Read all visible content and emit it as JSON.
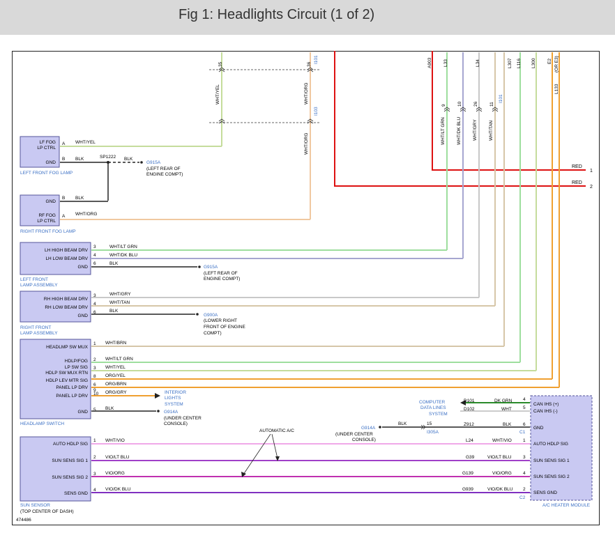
{
  "title": "Fig 1: Headlights Circuit (1 of 2)",
  "figure_id": "474486",
  "colors": {
    "box_fill": "#c9c9f2",
    "box_stroke": "#555599",
    "blue_text": "#3a6fc4",
    "red": "#d11",
    "orange": "#f0a030"
  },
  "top_connectors": {
    "c35": "35",
    "c36": "36",
    "i101": "I101",
    "i103": "I103",
    "a903": "A903",
    "l33": "L33",
    "l34": "L34",
    "l307": "L307",
    "l116": "L116",
    "l300": "L300",
    "e2": "E2",
    "or_e3": "(OR E3)",
    "l133": "L133",
    "p9": "9",
    "p10": "10",
    "p26": "26",
    "p11": "11",
    "i101b": "I101"
  },
  "vertical_wire_labels": {
    "wht_yel": "WHT/YEL",
    "wht_org_a": "WHT/ORG",
    "wht_org_b": "WHT/ORG",
    "wht_lt_grn": "WHT/LT GRN",
    "wht_dk_blu": "WHT/DK BLU",
    "wht_gry": "WHT/GRY",
    "wht_tan": "WHT/TAN"
  },
  "red_wires": {
    "red1": "RED",
    "pin1": "1",
    "red2": "RED",
    "pin2": "2"
  },
  "lf_fog": {
    "line1": "LF FOG",
    "line2": "LP CTRL",
    "gnd": "GND",
    "pin_a": "A",
    "pin_b": "B",
    "wire_a": "WHT/YEL",
    "wire_b": "BLK",
    "splice": "SP1222",
    "wire_c": "BLK",
    "ground": "G915A",
    "ground_desc1": "(LEFT REAR OF",
    "ground_desc2": "ENGINE COMPT)",
    "caption": "LEFT FRONT FOG LAMP"
  },
  "rf_fog": {
    "gnd": "GND",
    "line1": "RF FOG",
    "line2": "LP CTRL",
    "pin_b": "B",
    "pin_a": "A",
    "wire_b": "BLK",
    "wire_a": "WHT/ORG",
    "caption": "RIGHT FRONT FOG LAMP"
  },
  "left_lamp": {
    "r1": "LH HIGH BEAM DRV",
    "r2": "LH LOW BEAM DRV",
    "r3": "GND",
    "p1": "3",
    "p2": "4",
    "p3": "6",
    "w1": "WHT/LT GRN",
    "w2": "WHT/DK BLU",
    "w3": "BLK",
    "ground": "G915A",
    "ground_desc1": "(LEFT REAR OF",
    "ground_desc2": "ENGINE COMPT)",
    "caption1": "LEFT FRONT",
    "caption2": "LAMP ASSEMBLY"
  },
  "right_lamp": {
    "r1": "RH HIGH BEAM DRV",
    "r2": "RH LOW BEAM DRV",
    "r3": "GND",
    "p1": "3",
    "p2": "4",
    "p3": "6",
    "w1": "WHT/GRY",
    "w2": "WHT/TAN",
    "w3": "BLK",
    "ground": "G900A",
    "ground_desc1": "(LOWER RIGHT",
    "ground_desc2": "FRONT OF ENGINE",
    "ground_desc3": "COMPT)",
    "caption1": "RIGHT FRONT",
    "caption2": "LAMP ASSEMBLY"
  },
  "headlamp_switch": {
    "r1": "HEADLMP SW MUX",
    "r2": "HDLP/FOG",
    "r3": "LP SW SIG",
    "r4": "HDLP SW MUX RTN",
    "r5": "HDLP LEV MTR SIG",
    "r6": "PANEL LP DRV",
    "r7": "PANEL LP DRV",
    "r8": "GND",
    "p1": "1",
    "p2": "2",
    "p3": "3",
    "p4": "8",
    "p5": "6",
    "p6": "9",
    "p7": "10",
    "p8": "5",
    "w1": "WHT/BRN",
    "w2": "WHT/LT GRN",
    "w3": "WHT/YEL",
    "w4": "ORG/YEL",
    "w5": "ORG/BRN",
    "w7": "ORG/GRY",
    "w8": "BLK",
    "interior1": "INTERIOR",
    "interior2": "LIGHTS",
    "interior3": "SYSTEM",
    "ground": "G914A",
    "ground_desc1": "(UNDER CENTER",
    "ground_desc2": "CONSOLE)",
    "caption": "HEADLAMP SWITCH"
  },
  "sun_sensor": {
    "r1": "AUTO HDLP SIG",
    "r2": "SUN SENS SIG 1",
    "r3": "SUN SENS SIG 2",
    "r4": "SENS GND",
    "p1": "1",
    "p2": "2",
    "p3": "3",
    "p4": "4",
    "w1": "WHT/VIO",
    "w2": "VIO/LT BLU",
    "w3": "VIO/ORG",
    "w4": "VIO/DK BLU",
    "caption1": "SUN SENSOR",
    "caption2": "(TOP CENTER OF DASH)",
    "auto_ac": "AUTOMATIC A/C"
  },
  "ac_module": {
    "r1": "CAN IHS (+)",
    "r2": "CAN IHS (-)",
    "r3": "GND",
    "r4": "AUTO HDLP SIG",
    "r5": "SUN SENS SIG 1",
    "r6": "SUN SENS SIG 2",
    "r7": "SENS GND",
    "p1": "4",
    "p2": "5",
    "p3": "6",
    "p4": "1",
    "p5": "3",
    "p6": "4",
    "p7": "2",
    "c1": "C1",
    "c2": "C2",
    "cdl1": "COMPUTER",
    "cdl2": "DATA LINES",
    "cdl3": "SYSTEM",
    "d101": "D101",
    "d102": "D102",
    "w_d101": "DK GRN",
    "w_d102": "WHT",
    "z912": "Z912",
    "w_z912": "BLK",
    "gnd_pin": "15",
    "gnd_conn": "I305A",
    "gnd_wire": "BLK",
    "ground": "G914A",
    "ground_desc1": "(UNDER CENTER",
    "ground_desc2": "CONSOLE)",
    "l24": "L24",
    "g39": "G39",
    "g139": "G139",
    "g939": "G939",
    "w4": "WHT/VIO",
    "w5": "VIO/LT BLU",
    "w6": "VIO/ORG",
    "w7": "VIO/DK BLU",
    "caption": "A/C HEATER MODULE"
  }
}
